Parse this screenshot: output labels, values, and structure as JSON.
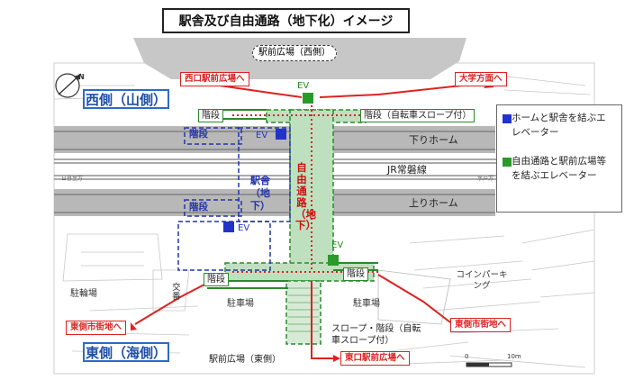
{
  "title": "駅舎及び自由通路（地下化）イメージ",
  "plaza_west": "駅前広場（西側）",
  "plaza_east": "駅前広場（東側）",
  "side_west": "西側（山側）",
  "side_east": "東側（海側）",
  "compass": "N",
  "tracks": {
    "down_platform": "下りホーム",
    "line_name": "JR常磐線",
    "up_platform": "上りホーム"
  },
  "passage_label": "自由通路（地下）",
  "station_label": "駅舎（地下）",
  "stairs": [
    "階段",
    "階段",
    "階段",
    "階段"
  ],
  "stairs_bike": "階段（自転車スロープ付）",
  "stairs_bike_lower": "階段",
  "slope_text": "スロープ・階段（自転車スロープ付）",
  "ev": [
    "EV",
    "EV",
    "EV",
    "EV"
  ],
  "red_tags": {
    "west_plaza": "西口駅前広場へ",
    "university": "大学方面へ",
    "east_town_left": "東側市街地へ",
    "east_town_right": "東側市街地へ",
    "east_plaza": "東口駅前広場へ"
  },
  "map_text": {
    "bicycle_parking": "駐輪場",
    "police_box": "交番",
    "parking_left": "駐車場",
    "parking_right": "駐車場",
    "coin_parking": "コインパーキング",
    "hitachi": "日暮里方",
    "mito": "水戸方"
  },
  "legend": [
    {
      "color": "#2233cc",
      "text": "ホームと駅舎を結ぶエレベーター"
    },
    {
      "color": "#2a9a2a",
      "text": "自由通路と駅前広場等を結ぶエレベーター"
    }
  ],
  "scale": {
    "zero": "0",
    "ten": "10m"
  }
}
